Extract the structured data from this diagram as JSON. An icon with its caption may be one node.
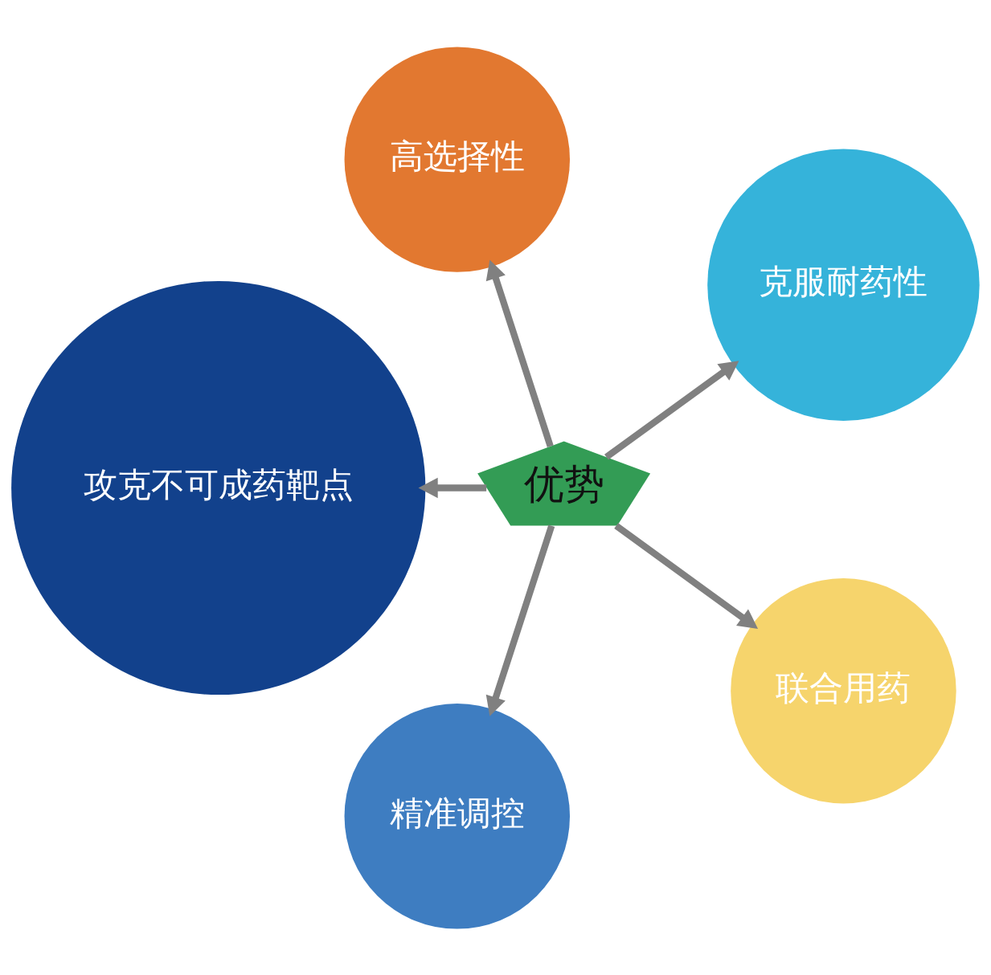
{
  "diagram": {
    "nodes": [
      {
        "text": [
          "优势"
        ]
      },
      {
        "text": [
          "克服耐药性"
        ]
      },
      {
        "text": [
          "高选择性"
        ]
      },
      {
        "text": [
          "攻克不可成药靶点"
        ]
      },
      {
        "text": [
          "精准调控"
        ]
      },
      {
        "text": [
          "联合用药"
        ]
      }
    ],
    "edges": [
      {
        "from": 0,
        "to": 1,
        "arrow": "to"
      },
      {
        "from": 0,
        "to": 2,
        "arrow": "to"
      },
      {
        "from": 0,
        "to": 3,
        "arrow": "to"
      },
      {
        "from": 0,
        "to": 4,
        "arrow": "to"
      },
      {
        "from": 0,
        "to": 5,
        "arrow": "to"
      }
    ]
  }
}
